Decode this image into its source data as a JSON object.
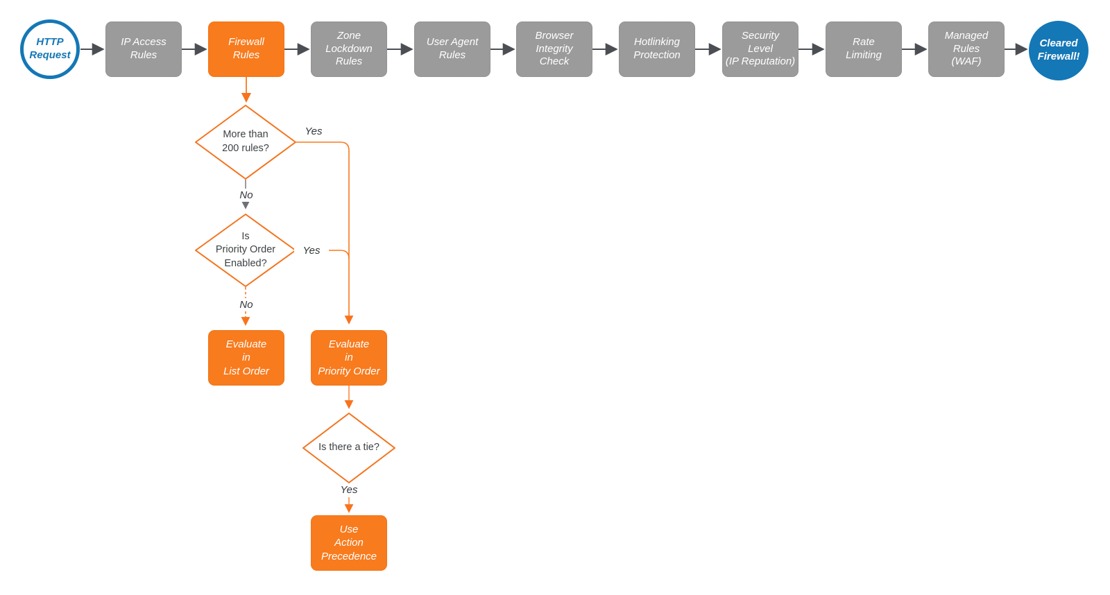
{
  "diagram": {
    "start": {
      "label": "HTTP\nRequest"
    },
    "steps": [
      {
        "label": "IP Access\nRules"
      },
      {
        "label": "Firewall\nRules"
      },
      {
        "label": "Zone\nLockdown\nRules"
      },
      {
        "label": "User Agent\nRules"
      },
      {
        "label": "Browser\nIntegrity\nCheck"
      },
      {
        "label": "Hotlinking\nProtection"
      },
      {
        "label": "Security\nLevel\n(IP Reputation)"
      },
      {
        "label": "Rate\nLimiting"
      },
      {
        "label": "Managed\nRules\n(WAF)"
      }
    ],
    "end": {
      "label": "Cleared\nFirewall!"
    },
    "decisions": [
      {
        "label": "More than\n200 rules?"
      },
      {
        "label": "Is\nPriority Order\nEnabled?"
      },
      {
        "label": "Is there a tie?"
      }
    ],
    "actions": [
      {
        "label": "Evaluate\nin\nList Order"
      },
      {
        "label": "Evaluate\nin\nPriority Order"
      },
      {
        "label": "Use\nAction\nPrecedence"
      }
    ],
    "edge_labels": {
      "yes1": "Yes",
      "no1": "No",
      "yes2": "Yes",
      "no2": "No",
      "yes3": "Yes"
    }
  },
  "colors": {
    "accent_orange": "#F87B1E",
    "diamond_stroke": "#F4731C",
    "node_gray": "#9B9B9B",
    "brand_blue": "#1477B6",
    "connector_dark": "#4B4E53"
  }
}
